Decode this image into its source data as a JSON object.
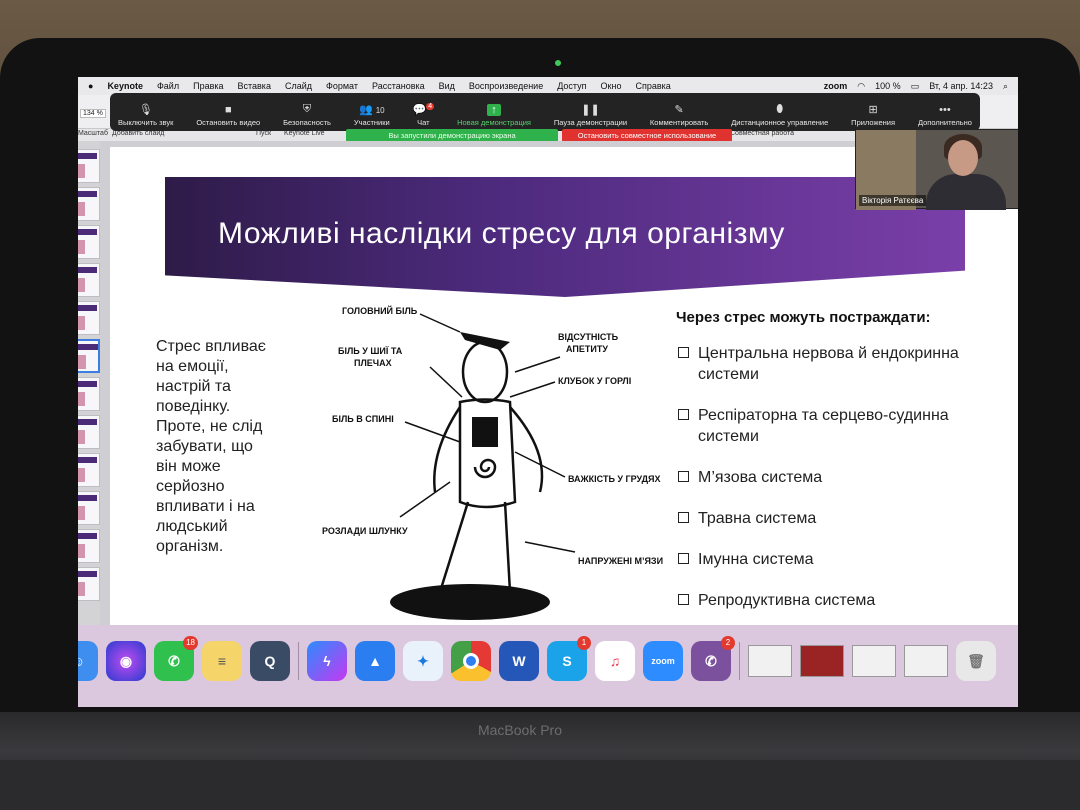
{
  "menubar": {
    "apple": "",
    "app": "Keynote",
    "items": [
      "Файл",
      "Правка",
      "Вставка",
      "Слайд",
      "Формат",
      "Расстановка",
      "Вид",
      "Воспроизведение",
      "Доступ",
      "Окно",
      "Справка"
    ],
    "zoom_label": "zoom",
    "battery": "100 %",
    "datetime": "Вт, 4 апр.  14:23"
  },
  "keynote_toolbar": {
    "zoom_level": "134 %",
    "view_label": "Масштаб",
    "add_slide_label": "Добавить слайд",
    "play_label": "Пуск",
    "keynote_live_label": "Keynote Live",
    "collaborate_label": "Совместная работа"
  },
  "zoom_toolbar": {
    "mute": "Выключить звук",
    "stop_video": "Остановить видео",
    "security": "Безопасность",
    "participants": "Участники",
    "participants_count": "10",
    "chat": "Чат",
    "chat_badge": "4",
    "new_share": "Новая демонстрация",
    "pause_share": "Пауза демонстрации",
    "annotate": "Комментировать",
    "remote_control": "Дистанционное управление",
    "apps": "Приложения",
    "more": "Дополнительно"
  },
  "share_banner": {
    "sharing_text": "Вы запустили демонстрацию экрана",
    "stop_text": "Остановить совместное использование"
  },
  "participant_video": {
    "name": "Вікторія Ратєєва"
  },
  "slide": {
    "title": "Можливі наслідки стресу для організму",
    "left_text": [
      "Стрес впливає",
      "на емоції,",
      "настрій та",
      "поведінку.",
      "Проте, не слід",
      "забувати, що",
      "він може",
      "серйозно",
      "впливати і на",
      "людський",
      "організм."
    ],
    "right_title": "Через стрес можуть постраждати:",
    "right_items": [
      "Центральна нервова й ендокринна системи",
      "Респіраторна та серцево-судинна системи",
      "М’язова система",
      "Травна система",
      "Імунна система",
      "Репродуктивна система"
    ],
    "illustration_labels": {
      "headache": "ГОЛОВНИЙ БІЛЬ",
      "neck_pain_1": "БІЛЬ У ШИЇ ТА",
      "neck_pain_2": "ПЛЕЧАХ",
      "appetite_1": "ВІДСУТНІСТЬ",
      "appetite_2": "АПЕТИТУ",
      "throat": "КЛУБОК У ГОРЛІ",
      "back_pain": "БІЛЬ В СПИНІ",
      "chest": "ВАЖКІСТЬ У ГРУДЯХ",
      "stomach": "РОЗЛАДИ ШЛУНКУ",
      "muscles": "НАПРУЖЕНІ М’ЯЗИ"
    }
  },
  "dock": {
    "facetime_badge": "18",
    "skype_badge": "1",
    "viber_badge": "2",
    "apps": [
      "finder-icon",
      "siri-icon",
      "facetime-icon",
      "notes-icon",
      "quicktime-icon",
      "messenger-icon",
      "keynote-icon",
      "safari-icon",
      "chrome-icon",
      "word-icon",
      "skype-icon",
      "music-icon",
      "zoom-icon",
      "viber-icon"
    ],
    "word_letter": "W",
    "skype_letter": "S",
    "zoom_text": "zoom"
  },
  "laptop": {
    "model": "MacBook Pro"
  }
}
